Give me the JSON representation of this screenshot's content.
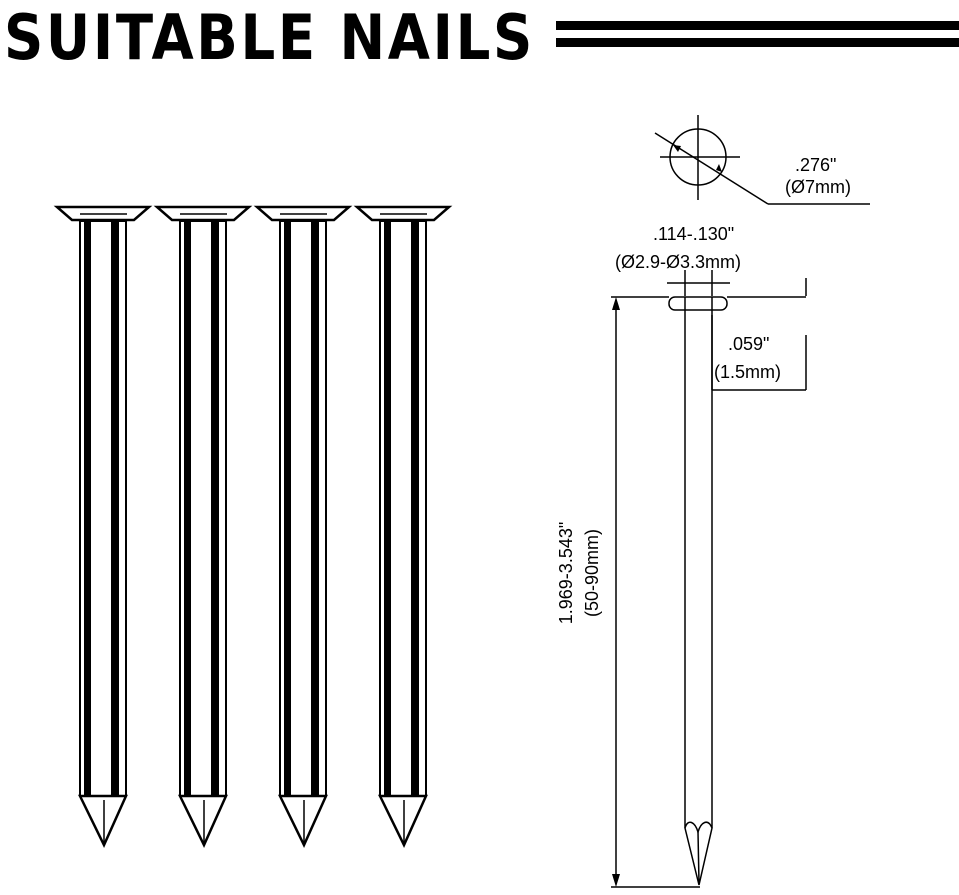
{
  "title": "SUITABLE NAILS",
  "dimensions": {
    "head_diameter": {
      "inch": ".276\"",
      "mm": "(Ø7mm)"
    },
    "shank_diameter": {
      "inch": ".114-.130\"",
      "mm": "(Ø2.9-Ø3.3mm)"
    },
    "head_thickness": {
      "inch": ".059\"",
      "mm": "(1.5mm)"
    },
    "length": {
      "inch": "1.969-3.543\"",
      "mm": "(50-90mm)"
    }
  }
}
